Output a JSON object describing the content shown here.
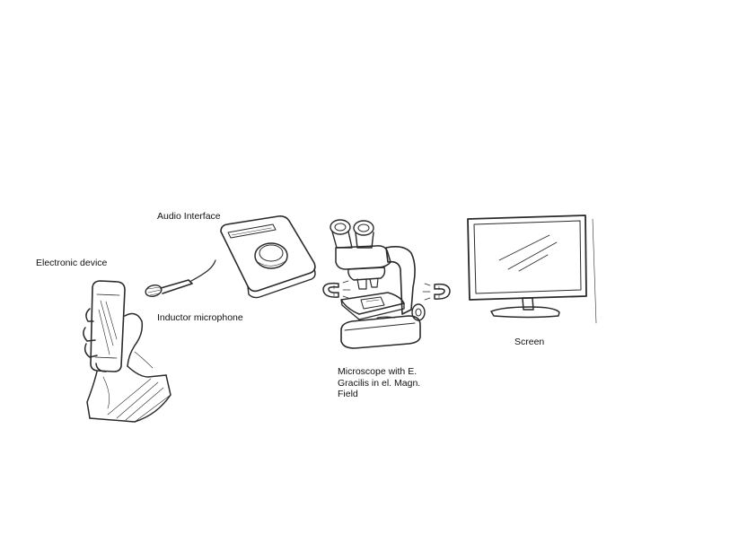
{
  "labels": {
    "electronic_device": "Electronic device",
    "audio_interface": "Audio Interface",
    "inductor_microphone": "Inductor microphone",
    "microscope": "Microscope with E.\nGracilis in el. Magn.\nField",
    "screen": "Screen"
  },
  "icons": [
    "hand-phone-icon",
    "microphone-icon",
    "audio-interface-icon",
    "microscope-icon",
    "magnet-icon",
    "monitor-icon"
  ]
}
